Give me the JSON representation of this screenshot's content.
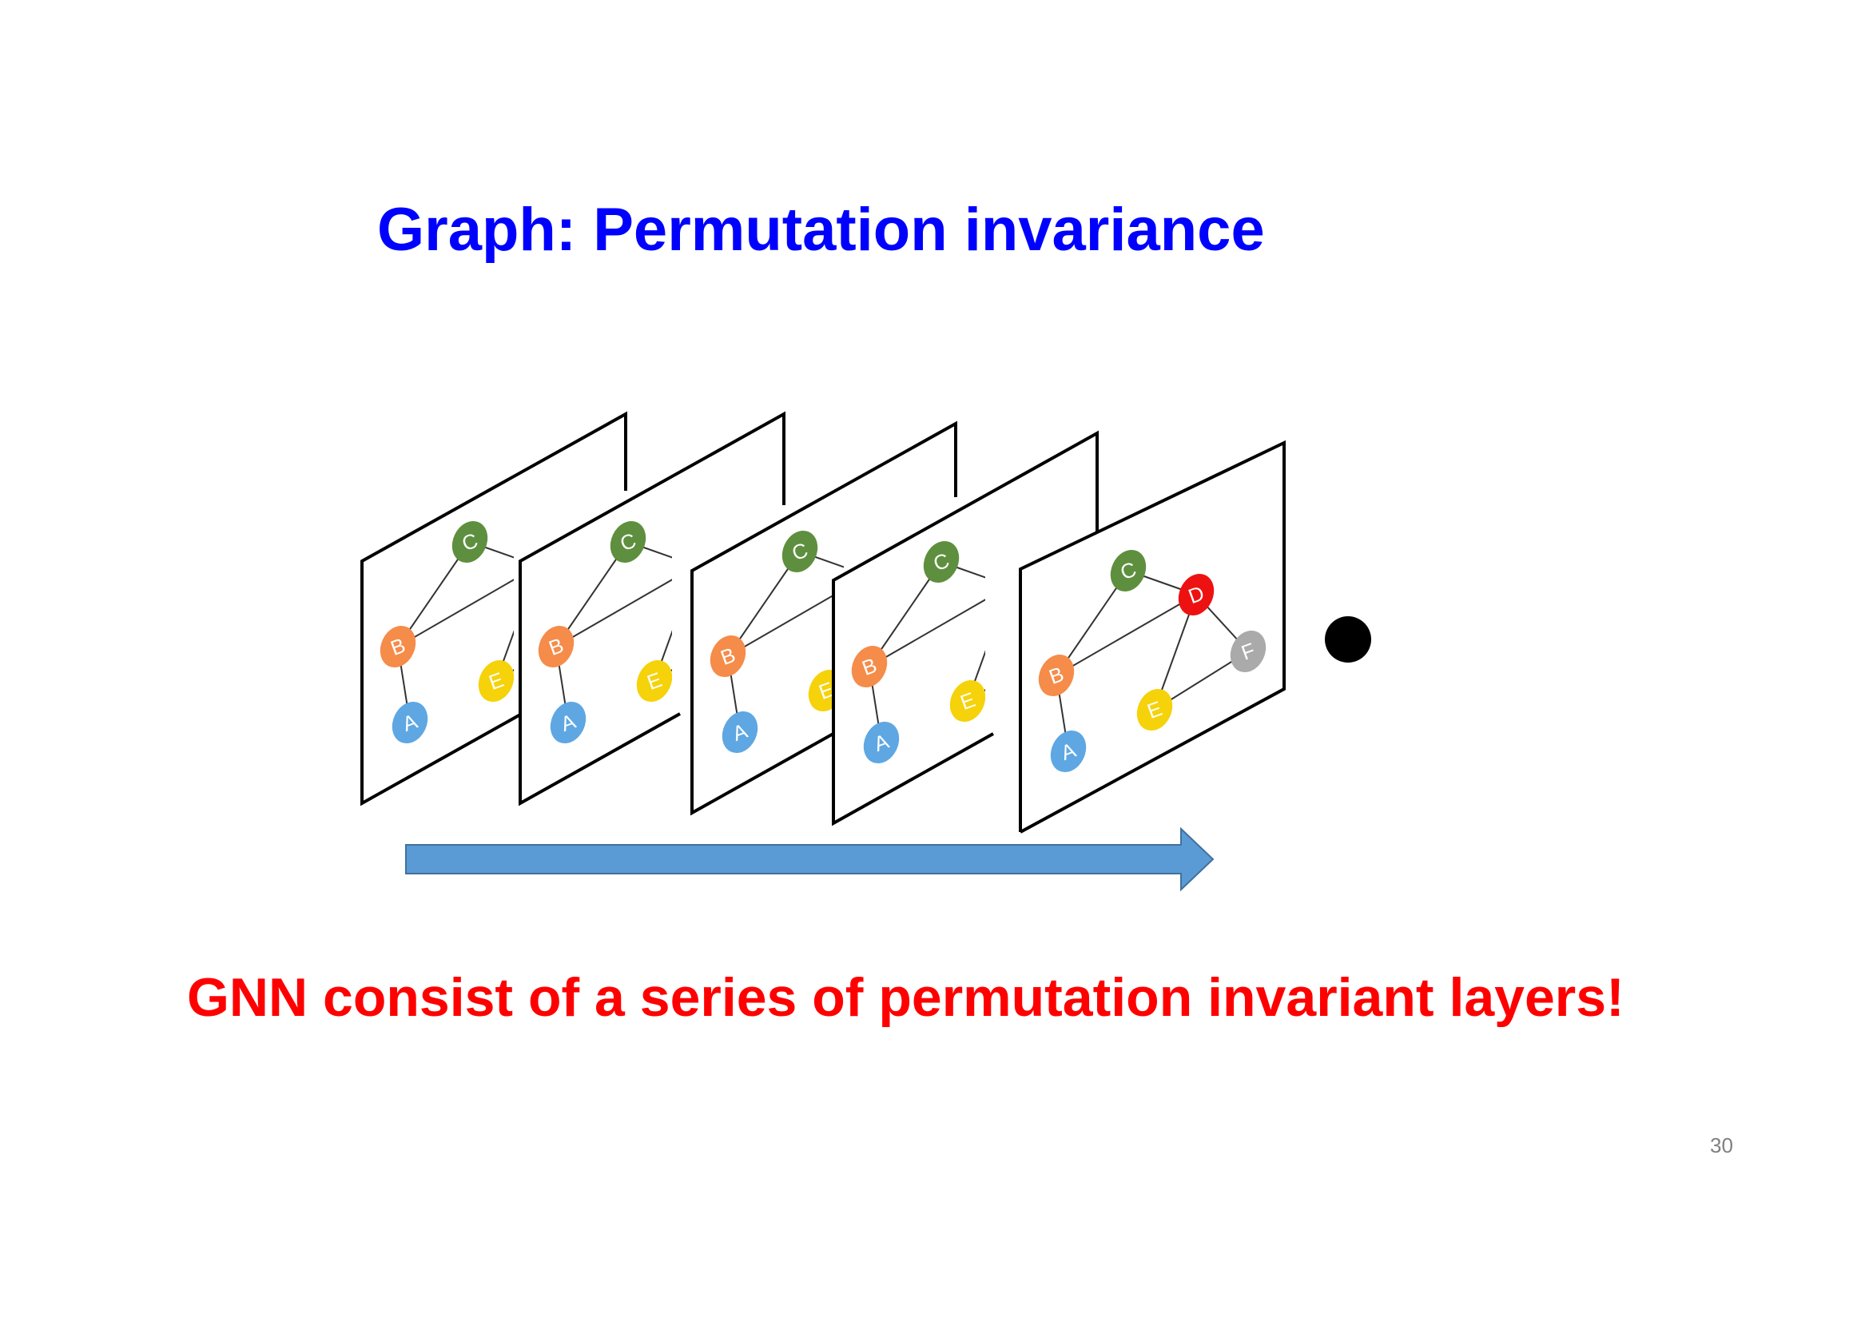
{
  "title": "Graph: Permutation invariance",
  "caption": "GNN consist of a series of permutation invariant layers!",
  "page_number": "30",
  "colors": {
    "title": "#0000ff",
    "caption": "#ff0000",
    "arrow_fill": "#5b9bd5",
    "arrow_stroke": "#41719c",
    "node_A": "#5ea7e3",
    "node_B": "#f58c4a",
    "node_C": "#5e8f3f",
    "node_D": "#ee1111",
    "node_E": "#f5d20a",
    "node_F": "#aaaaaa"
  },
  "graph": {
    "nodes": [
      {
        "id": "A",
        "label": "A",
        "color": "#5ea7e3"
      },
      {
        "id": "B",
        "label": "B",
        "color": "#f58c4a"
      },
      {
        "id": "C",
        "label": "C",
        "color": "#5e8f3f"
      },
      {
        "id": "D",
        "label": "D",
        "color": "#ee1111"
      },
      {
        "id": "E",
        "label": "E",
        "color": "#f5d20a"
      },
      {
        "id": "F",
        "label": "F",
        "color": "#aaaaaa"
      }
    ],
    "edges": [
      [
        "A",
        "B"
      ],
      [
        "B",
        "C"
      ],
      [
        "B",
        "D"
      ],
      [
        "C",
        "D"
      ],
      [
        "D",
        "E"
      ],
      [
        "D",
        "F"
      ],
      [
        "E",
        "F"
      ]
    ]
  },
  "layers": [
    "layer-1",
    "layer-2",
    "layer-3",
    "layer-4",
    "layer-5"
  ],
  "icons": {
    "arrow": "right-arrow-icon",
    "dot": "black-dot-icon"
  }
}
